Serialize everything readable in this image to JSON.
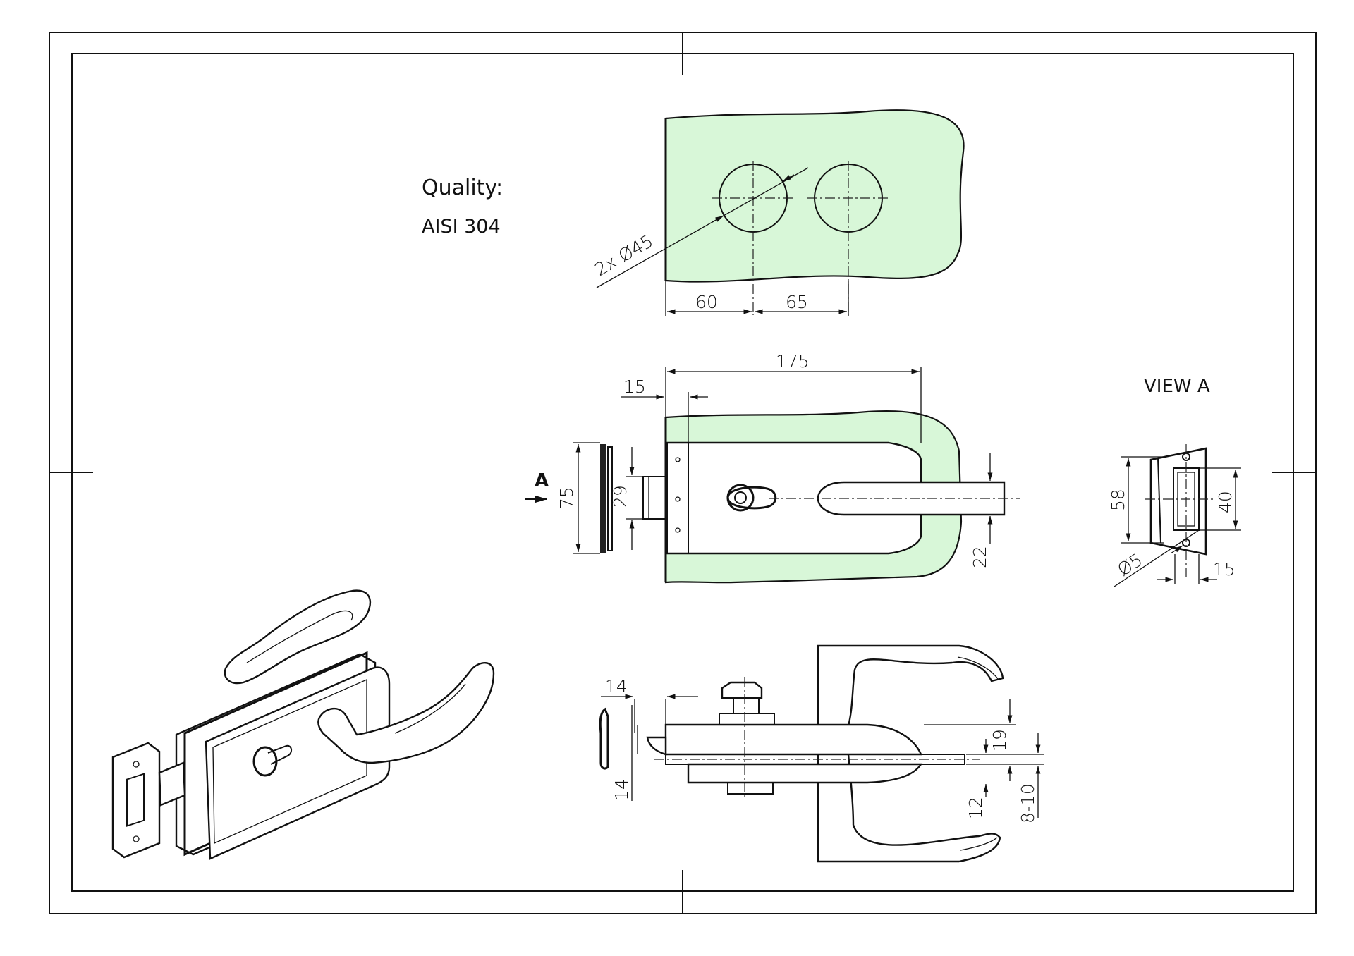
{
  "notes": {
    "quality_title": "Quality:",
    "quality_value": "AISI 304",
    "view_title": "VIEW A",
    "arrow_label": "A"
  },
  "dimensions": {
    "holes": "2x Ø45",
    "hole_offset": "60",
    "hole_spacing": "65",
    "length": "175",
    "edge_offset": "15",
    "height": "75",
    "latch_height": "29",
    "handle_dia": "22",
    "strike_height": "58",
    "strike_slot": "40",
    "screw_dia": "Ø5",
    "strike_width": "15",
    "side_top": "14",
    "side_bottom": "14",
    "side_19": "19",
    "side_12": "12",
    "glass_thickness": "8-10"
  },
  "colors": {
    "glass": "#d8f7d8",
    "line": "#111111"
  }
}
